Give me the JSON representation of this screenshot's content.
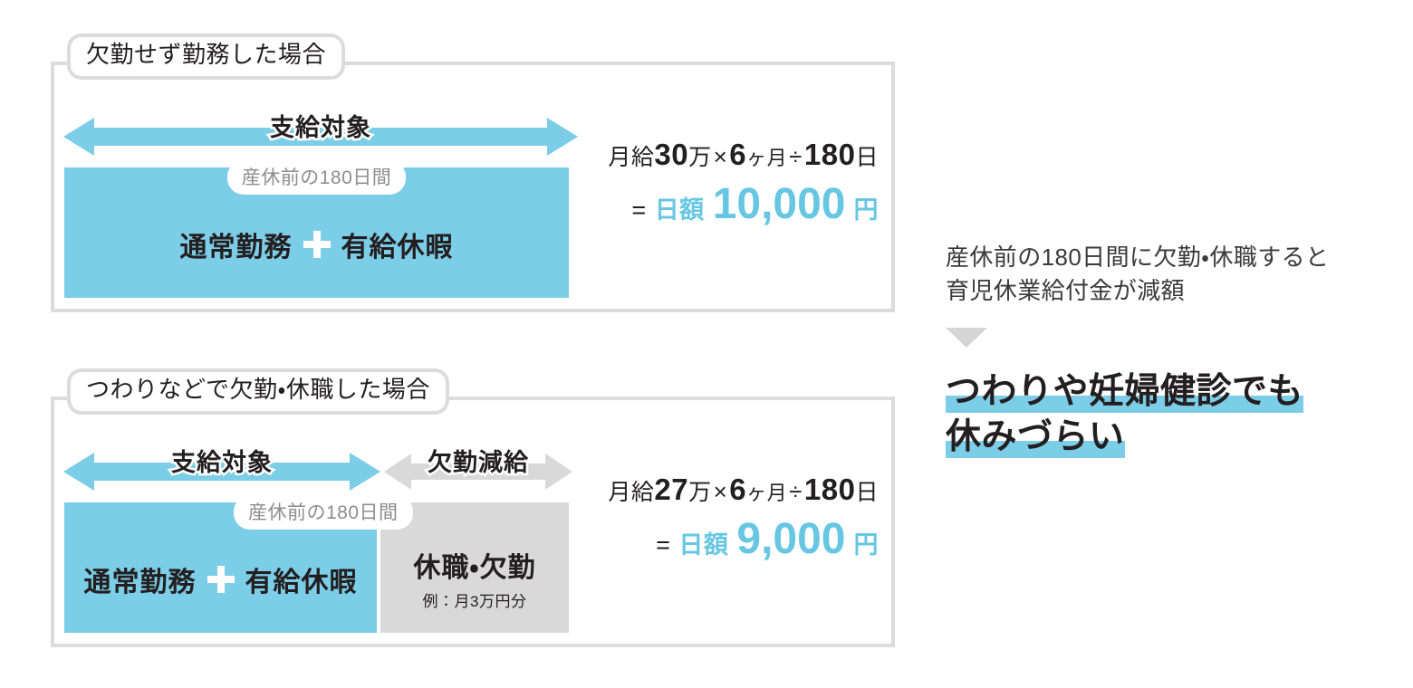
{
  "panels": [
    {
      "caption": "欠勤せず勤務した場合",
      "arrows": [
        {
          "label": "支給対象",
          "color": "#7ccde7",
          "kind": "double"
        }
      ],
      "bars": [
        {
          "main_text_left": "通常勤務",
          "main_plus": "＋",
          "main_text_right": "有給休暇",
          "pill": "産休前の180日間",
          "color": "#7ccde7"
        }
      ],
      "formula": {
        "line1": {
          "prefix": "月給",
          "amount": "30",
          "unit": "万",
          "op1": "×",
          "months": "6",
          "months_unit": "ヶ月",
          "op2": "÷",
          "days": "180",
          "days_unit": "日"
        },
        "line2": {
          "equals": "=",
          "label": "日額",
          "value": "10,000",
          "yen": "円"
        }
      }
    },
    {
      "caption": "つわりなどで欠勤・休職した場合",
      "arrows": [
        {
          "label": "支給対象",
          "color": "#7ccde7",
          "kind": "double"
        },
        {
          "label": "欠勤減給",
          "color": "#d9d9d9",
          "kind": "double"
        }
      ],
      "bars": [
        {
          "main_text_left": "通常勤務",
          "main_plus": "＋",
          "main_text_right": "有給休暇",
          "pill": "産休前の180日間",
          "color": "#7ccde7"
        },
        {
          "main_text": "休職・欠勤",
          "sub_text": "例：月3万円分",
          "color": "#d9d9d9"
        }
      ],
      "formula": {
        "line1": {
          "prefix": "月給",
          "amount": "27",
          "unit": "万",
          "op1": "×",
          "months": "6",
          "months_unit": "ヶ月",
          "op2": "÷",
          "days": "180",
          "days_unit": "日"
        },
        "line2": {
          "equals": "=",
          "label": "日額",
          "value": "9,000",
          "yen": "円"
        }
      }
    }
  ],
  "right": {
    "lead": "産休前の180日間に欠勤・休職すると\n育児休業給付金が減額",
    "conclusion_line_1": "つわりや妊婦健診でも",
    "conclusion_line_2": "休みづらい"
  },
  "colors": {
    "accent_blue": "#7ccde7",
    "accent_blue_text": "#67c7e3",
    "neutral_gray": "#d9d9d9",
    "border_gray": "#dcdcdc",
    "text_dark": "#231f20"
  }
}
